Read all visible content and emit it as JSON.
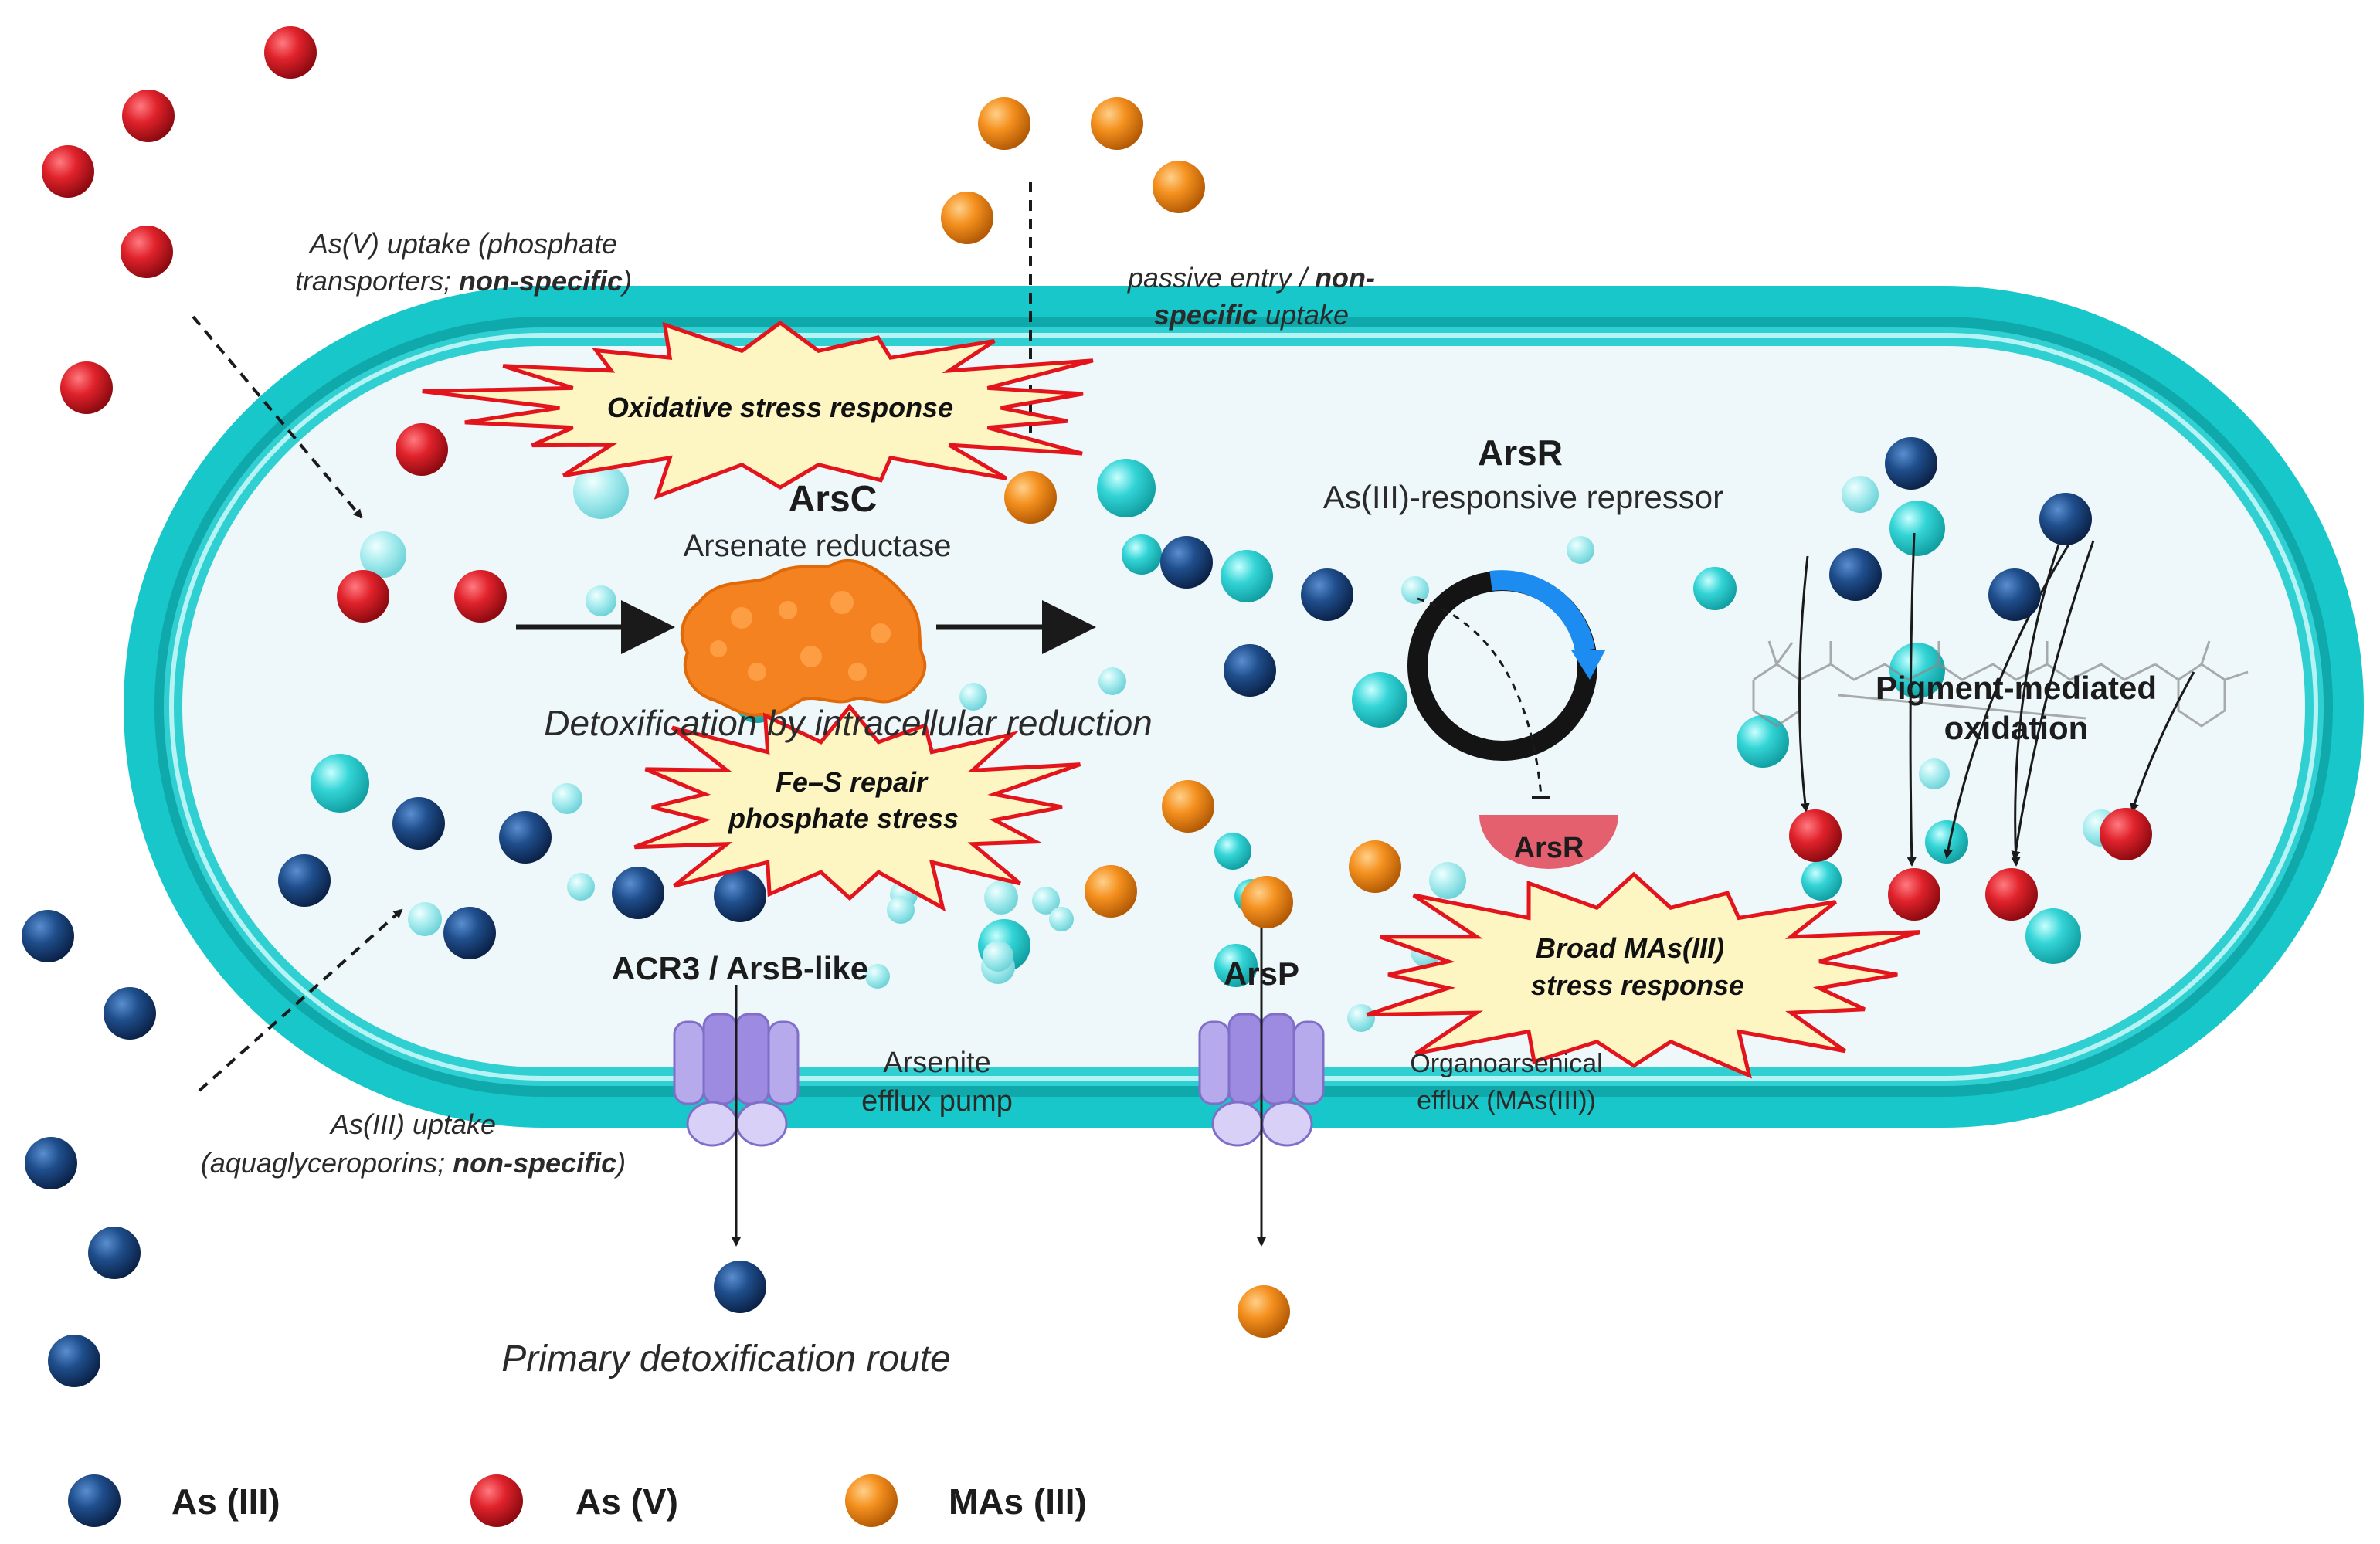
{
  "labels": {
    "arsc_title": "ArsC",
    "arsc_sub": "Arsenate reductase",
    "arsr_title": "ArsR",
    "arsr_sub": "As(III)-responsive repressor",
    "arsr_protein": "ArsR",
    "detox_reduction": "Detoxification by intracellular reduction",
    "acr3_title": "ACR3 / ArsB-like",
    "acr3_sub1": "Arsenite",
    "acr3_sub2": "efflux pump",
    "arsp_title": "ArsP",
    "arsp_sub1": "Organoarsenical",
    "arsp_sub2": "efflux (MAs(III))",
    "pigment1": "Pigment-mediated",
    "pigment2": "oxidation",
    "primary_route": "Primary detoxification route",
    "asv_uptake1": "As(V) uptake (phosphate",
    "asv_uptake2a": "transporters; ",
    "asv_uptake2b": "non-specific",
    "asv_uptake2c": ")",
    "asiii_uptake1": "As(III) uptake",
    "asiii_uptake2a": "(aquaglyceroporins; ",
    "asiii_uptake2b": "non-specific",
    "asiii_uptake2c": ")",
    "passive1a": "passive entry / ",
    "passive1b": "non-",
    "passive2a": "specific",
    "passive2b": " uptake"
  },
  "stress": {
    "oxidative": "Oxidative stress response",
    "fes1": "Fe–S repair",
    "fes2": "phosphate stress",
    "mas1": "Broad MAs(III)",
    "mas2": "stress response"
  },
  "legend": [
    {
      "label": "As (III)",
      "color": "#1f4e8c"
    },
    {
      "label": "As (V)",
      "color": "#d92028"
    },
    {
      "label": "MAs (III)",
      "color": "#f4901e"
    }
  ],
  "colors": {
    "cell_wall": "#18c7c9",
    "cytoplasm": "#eef8fa",
    "as3": "#1f4e8c",
    "as5": "#d92028",
    "mas3": "#f4901e",
    "pump": "#a99be0",
    "arsc": "#f58220",
    "arsr": "#e4606f",
    "plasmid_highlight": "#1c8cf0",
    "burst_fill": "#fdf6c3",
    "burst_stroke": "#e3141c"
  }
}
